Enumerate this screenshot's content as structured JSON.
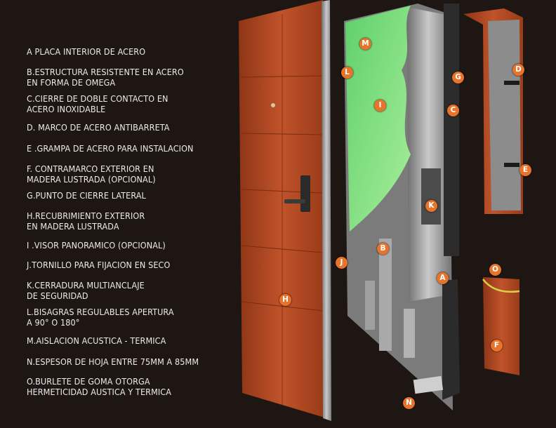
{
  "legend": [
    {
      "letter": "A",
      "text": "A PLACA INTERIOR DE ACERO"
    },
    {
      "letter": "B",
      "text": "B.ESTRUCTURA RESISTENTE EN ACERO\nEN FORMA DE OMEGA"
    },
    {
      "letter": "C",
      "text": "C.CIERRE DE DOBLE CONTACTO EN\nACERO INOXIDABLE"
    },
    {
      "letter": "D",
      "text": "D. MARCO DE ACERO ANTIBARRETA"
    },
    {
      "letter": "E",
      "text": "E .GRAMPA DE ACERO PARA INSTALACION"
    },
    {
      "letter": "F",
      "text": "F. CONTRAMARCO EXTERIOR EN\nMADERA LUSTRADA (OPCIONAL)"
    },
    {
      "letter": "G",
      "text": "G.PUNTO DE CIERRE LATERAL"
    },
    {
      "letter": "H",
      "text": "H.RECUBRIMIENTO  EXTERIOR\nEN MADERA LUSTRADA"
    },
    {
      "letter": "I",
      "text": "I .VISOR PANORAMICO (OPCIONAL)"
    },
    {
      "letter": "J",
      "text": "J.TORNILLO PARA FIJACION EN SECO"
    },
    {
      "letter": "K",
      "text": "K.CERRADURA MULTIANCLAJE\nDE SEGURIDAD"
    },
    {
      "letter": "L",
      "text": "L.BISAGRAS REGULABLES APERTURA\nA 90° O 180°"
    },
    {
      "letter": "M",
      "text": "M.AISLACION ACUSTICA - TERMICA"
    },
    {
      "letter": "N",
      "text": "N.ESPESOR DE HOJA ENTRE 75MM A 85MM"
    },
    {
      "letter": "O",
      "text": "O.BURLETE DE GOMA OTORGA\nHERMETICIDAD AUSTICA Y TERMICA"
    }
  ],
  "markers": [
    "M",
    "L",
    "G",
    "D",
    "I",
    "C",
    "E",
    "K",
    "B",
    "J",
    "A",
    "O",
    "H",
    "F",
    "N"
  ],
  "colors": {
    "background": "#1d1613",
    "wood": "#b5471f",
    "steel": "#9a9a9a",
    "insulation": "#7ee07a",
    "marker": "#e8732a"
  }
}
